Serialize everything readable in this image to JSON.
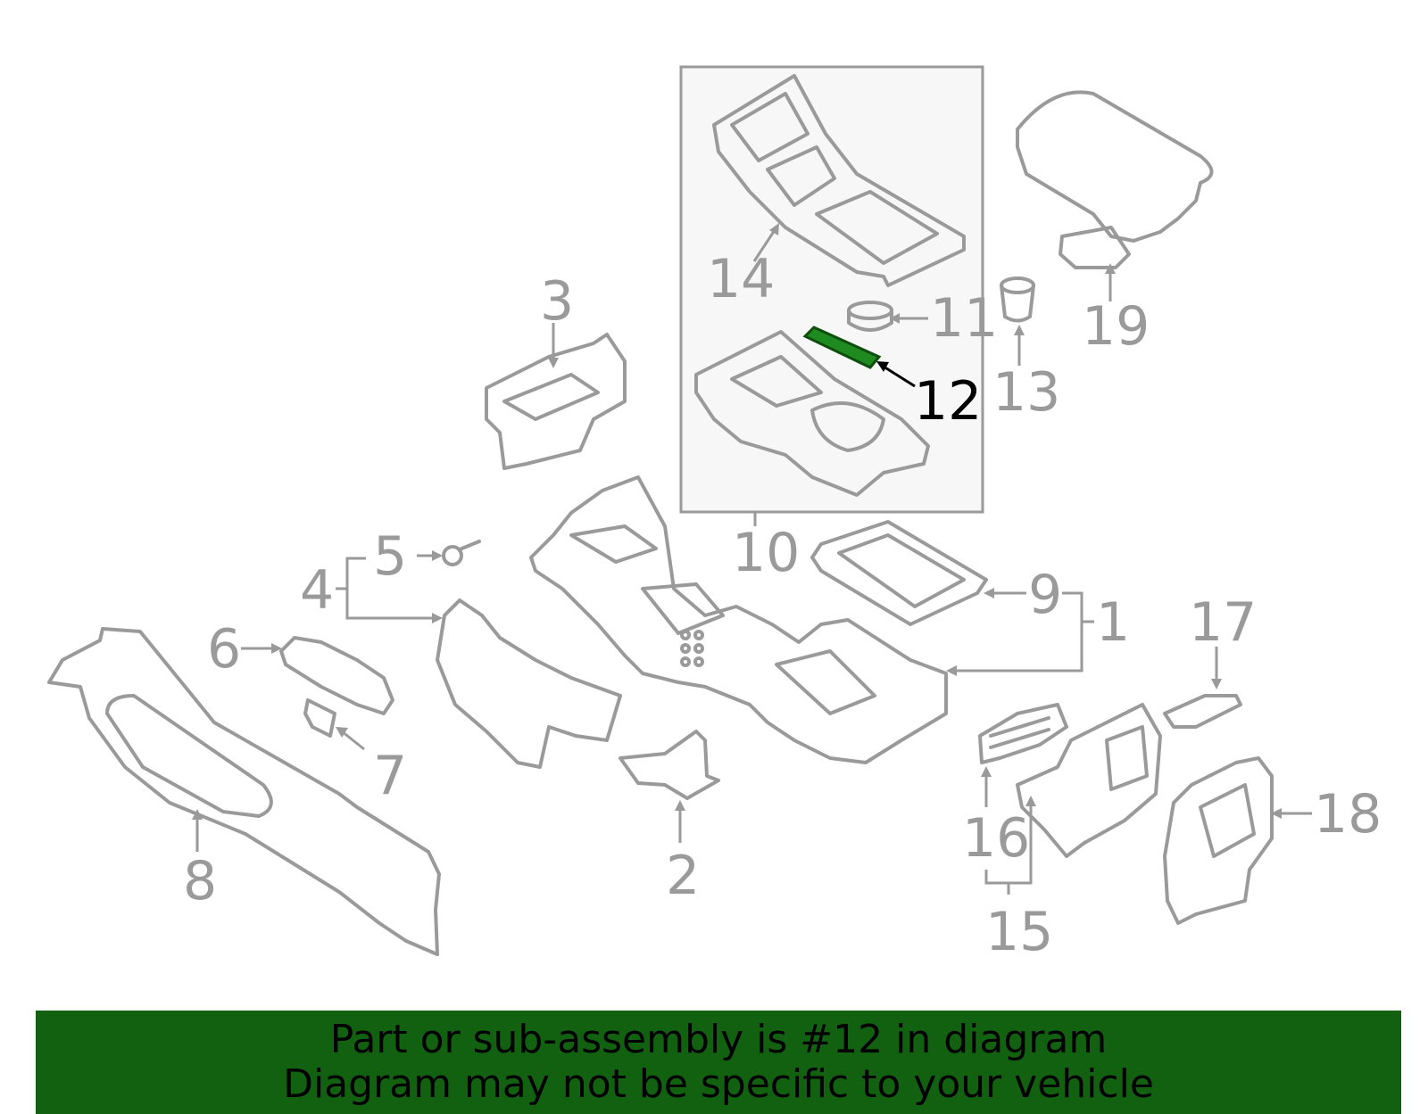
{
  "colors": {
    "banner_bg": "#116111",
    "highlight_part": "#1f8a1f",
    "line": "#9a9a9a",
    "highlight_label": "#000000"
  },
  "callouts": {
    "c1": "1",
    "c2": "2",
    "c3": "3",
    "c4": "4",
    "c5": "5",
    "c6": "6",
    "c7": "7",
    "c8": "8",
    "c9": "9",
    "c10": "10",
    "c11": "11",
    "c12": "12",
    "c13": "13",
    "c14": "14",
    "c15": "15",
    "c16": "16",
    "c17": "17",
    "c18": "18",
    "c19": "19"
  },
  "highlighted_callout": "12",
  "banner": {
    "line1": "Part or sub-assembly is #12 in diagram",
    "line2": "Diagram may not be specific to your vehicle"
  }
}
